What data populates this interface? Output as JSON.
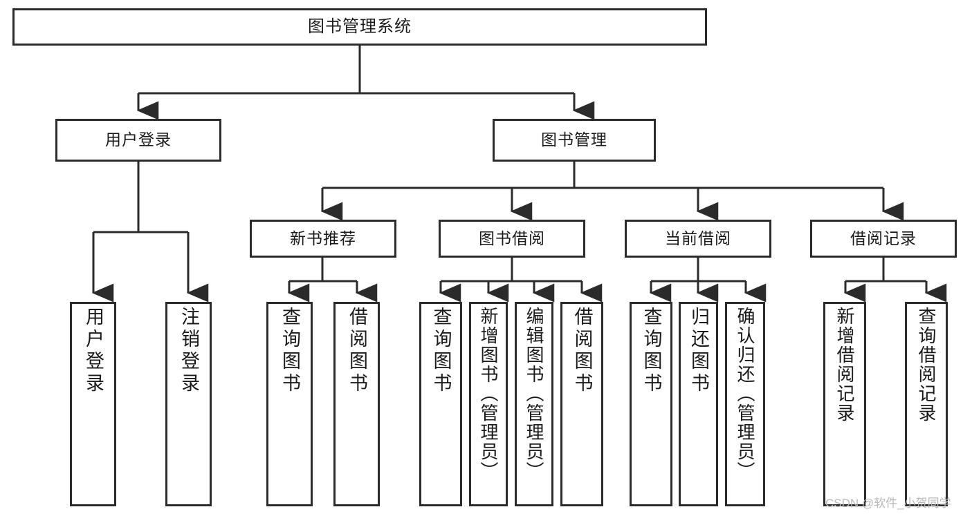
{
  "diagram": {
    "type": "tree",
    "title": "图书管理系统",
    "orientation": "top-down",
    "colors": {
      "box_border": "#2b2b2b",
      "box_fill": "#ffffff",
      "connector": "#2b2b2b",
      "text": "#1a1a1a",
      "watermark": "#b9b9b9",
      "background": "#ffffff"
    },
    "root": {
      "label": "图书管理系统"
    },
    "level1": [
      {
        "label": "用户登录"
      },
      {
        "label": "图书管理"
      }
    ],
    "level2": [
      {
        "label": "新书推荐"
      },
      {
        "label": "图书借阅"
      },
      {
        "label": "当前借阅"
      },
      {
        "label": "借阅记录"
      }
    ],
    "leaves": {
      "user_login": [
        {
          "label": "用户登录"
        },
        {
          "label": "注销登录"
        }
      ],
      "new_book_recommend": [
        {
          "label": "查询图书"
        },
        {
          "label": "借阅图书"
        }
      ],
      "book_borrow": [
        {
          "label": "查询图书"
        },
        {
          "label": "新增图书（管理员）"
        },
        {
          "label": "编辑图书（管理员）"
        },
        {
          "label": "借阅图书"
        }
      ],
      "current_borrow": [
        {
          "label": "查询图书"
        },
        {
          "label": "归还图书"
        },
        {
          "label": "确认归还（管理员）"
        }
      ],
      "borrow_record": [
        {
          "label": "新增借阅记录"
        },
        {
          "label": "查询借阅记录"
        }
      ]
    }
  },
  "watermark": {
    "text": "CSDN @软件_小贺同学"
  }
}
